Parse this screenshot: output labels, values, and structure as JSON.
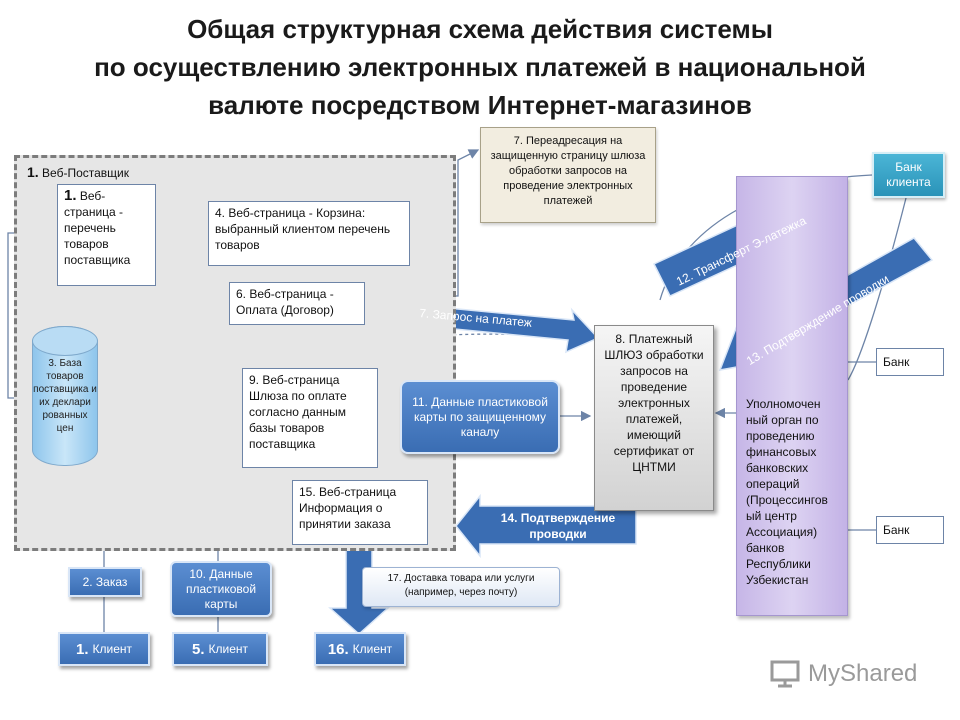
{
  "title": {
    "line1": "Общая структурная схема действия системы",
    "line2": "по осуществлению электронных платежей в национальной",
    "line3": "валюте посредством Интернет-магазинов"
  },
  "region": {
    "num": "1.",
    "label": "Веб-Поставщик"
  },
  "nodes": {
    "web_page_1": {
      "num": "1.",
      "text": "Веб-страница - перечень товаров поставщика"
    },
    "web_page_4": {
      "text": "4. Веб-страница - Корзина: выбранный клиентом перечень товаров"
    },
    "web_page_6": {
      "text": "6. Веб-страница - Оплата (Договор)"
    },
    "web_page_9": {
      "text": "9. Веб-страница Шлюза по оплате согласно данным базы товаров поставщика"
    },
    "web_page_15": {
      "text": "15. Веб-страница Информация о принятии заказа"
    },
    "database_3": {
      "text": "3. База товаров поставщика и их деклари рованных цен"
    },
    "redirect_7": {
      "text": "7. Переадресация на защищенную страницу шлюза обработки запросов на проведение электронных платежей"
    },
    "gateway_8": {
      "text": "8. Платежный ШЛЮЗ обработки запросов на проведение электронных платежей, имеющий сертификат от ЦНТМИ"
    },
    "authorized_body": {
      "text": "Уполномочен ный орган по проведению финансовых банковских операций (Процессингов ый центр Ассоциация) банков Республики Узбекистан"
    },
    "delivery_17": {
      "text": "17. Доставка товара или услуги (например, через почту)"
    },
    "order_2": {
      "text": "2. Заказ"
    },
    "card_data_10": {
      "text": "10. Данные пластиковой карты"
    },
    "client_1": {
      "num": "1.",
      "text": "Клиент"
    },
    "client_5": {
      "num": "5.",
      "text": "Клиент"
    },
    "client_16": {
      "num": "16.",
      "text": "Клиент"
    },
    "client_bank": {
      "text": "Банк клиента"
    },
    "bank_a": {
      "text": "Банк"
    },
    "bank_b": {
      "text": "Банк"
    }
  },
  "arrows": {
    "payment_request_7": "7. Запрос на платеж",
    "card_data_11": "11. Данные пластиковой карты по защищенному каналу",
    "transfer_12": "12. Трансферт Э-латежка",
    "confirmation_13": "13. Подтверждение проводки",
    "confirmation_14": "14. Подтверждение проводки"
  },
  "watermark": {
    "text": "MyShared"
  },
  "colors": {
    "blue_button": "#3f74bb",
    "arrow_blue": "#3a6db3",
    "purple_panel": "#d2c5ee",
    "bank_teal": "#2f9dc2",
    "gateway_gray": "#e0e0e0",
    "region_gray": "#e6e6e6"
  }
}
